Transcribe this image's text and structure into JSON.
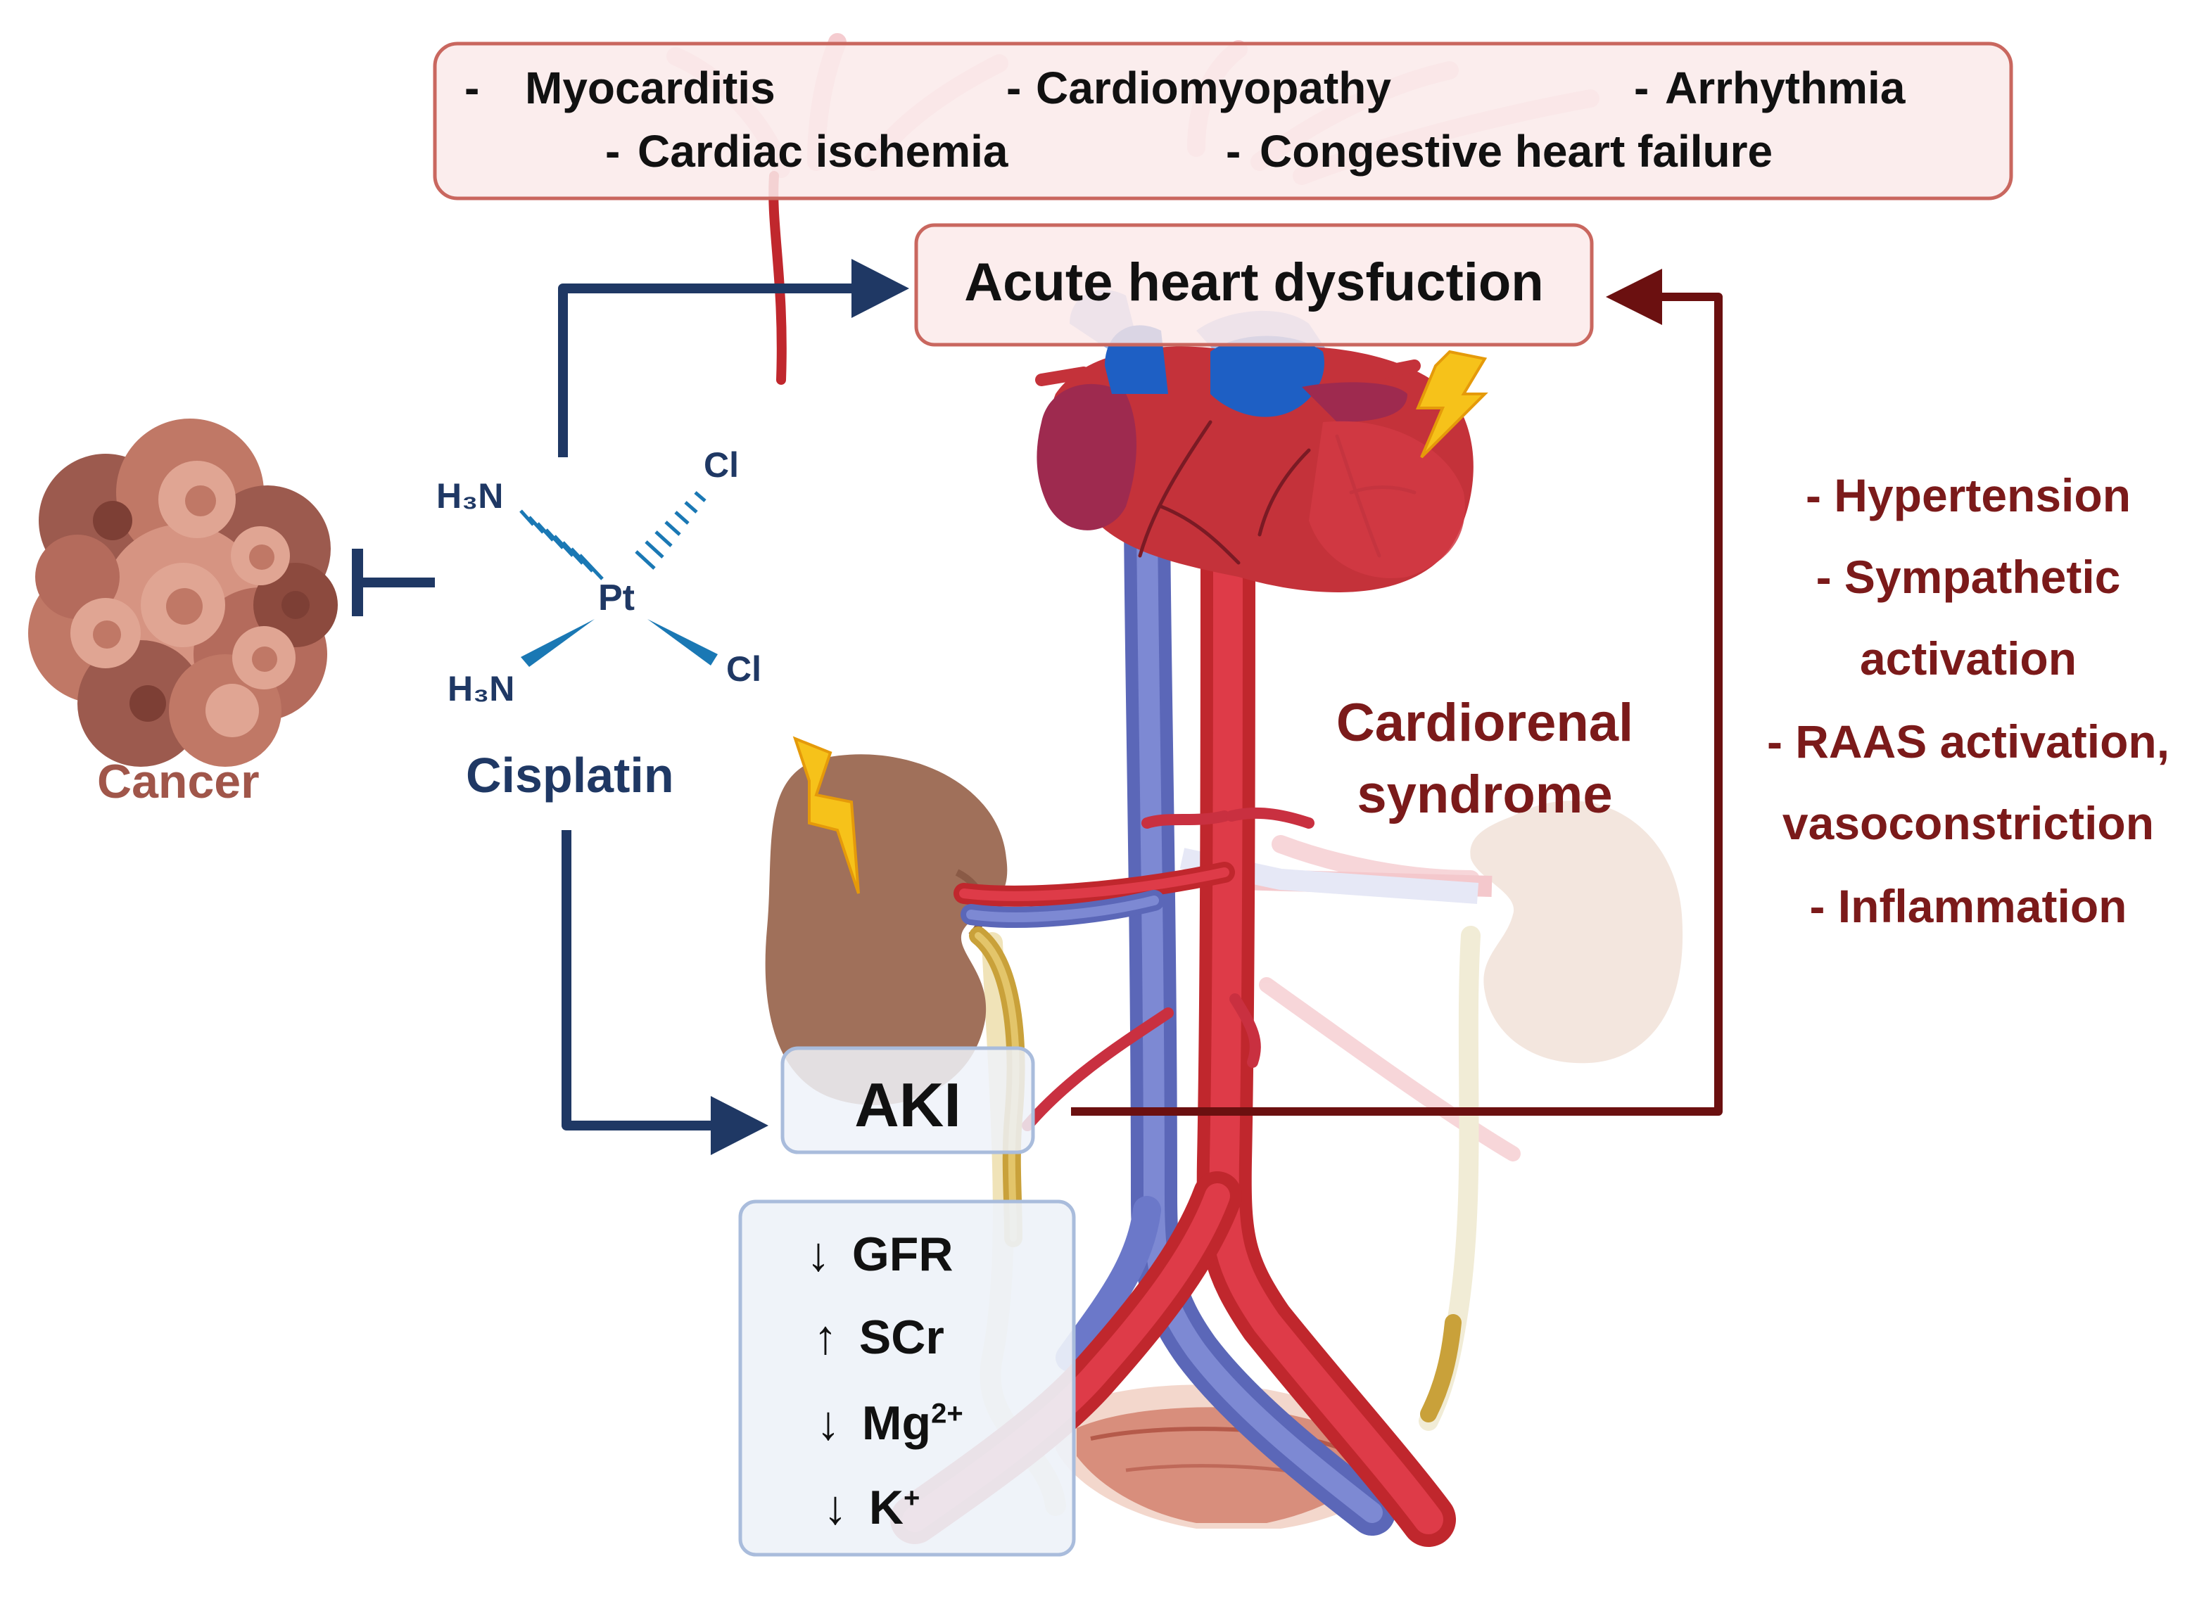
{
  "effects_box": {
    "items": [
      "Myocarditis",
      "Cardiomyopathy",
      "Arrhythmia",
      "Cardiac ischemia",
      "Congestive heart failure"
    ]
  },
  "heart_box": {
    "label": "Acute heart dysfuction"
  },
  "cancer": {
    "label": "Cancer"
  },
  "cisplatin": {
    "label": "Cisplatin",
    "center_atom": "Pt",
    "ligands": [
      "H₃N",
      "Cl",
      "H₃N",
      "Cl"
    ]
  },
  "cardiorenal": {
    "line1": "Cardiorenal",
    "line2": "syndrome"
  },
  "mechanisms": {
    "items": [
      "- Hypertension",
      "- Sympathetic",
      "activation",
      "- RAAS activation,",
      "vasoconstriction",
      "-  Inflammation"
    ]
  },
  "aki_box": {
    "label": "AKI"
  },
  "markers": {
    "items": [
      {
        "arrow": "↓",
        "text": "GFR",
        "sup": ""
      },
      {
        "arrow": "↑",
        "text": "SCr",
        "sup": ""
      },
      {
        "arrow": "↓",
        "text": "Mg",
        "sup": "2+"
      },
      {
        "arrow": "↓",
        "text": "K",
        "sup": "+"
      }
    ]
  },
  "colors": {
    "blue_arrow": "#1f3864",
    "dark_red_arrow": "#6b1010",
    "cancer_text": "#a0564a",
    "cisplatin_text": "#1f3864",
    "cardiorenal_text": "#7b1a1a",
    "artery": "#d32f3f",
    "vein": "#6b78c9",
    "kidney": "#a0705a",
    "box_pink_fill": "#fbeaea",
    "box_pink_border": "#c9675f",
    "box_blue_fill": "#eef2f9",
    "box_blue_border": "#a9bcdc"
  }
}
